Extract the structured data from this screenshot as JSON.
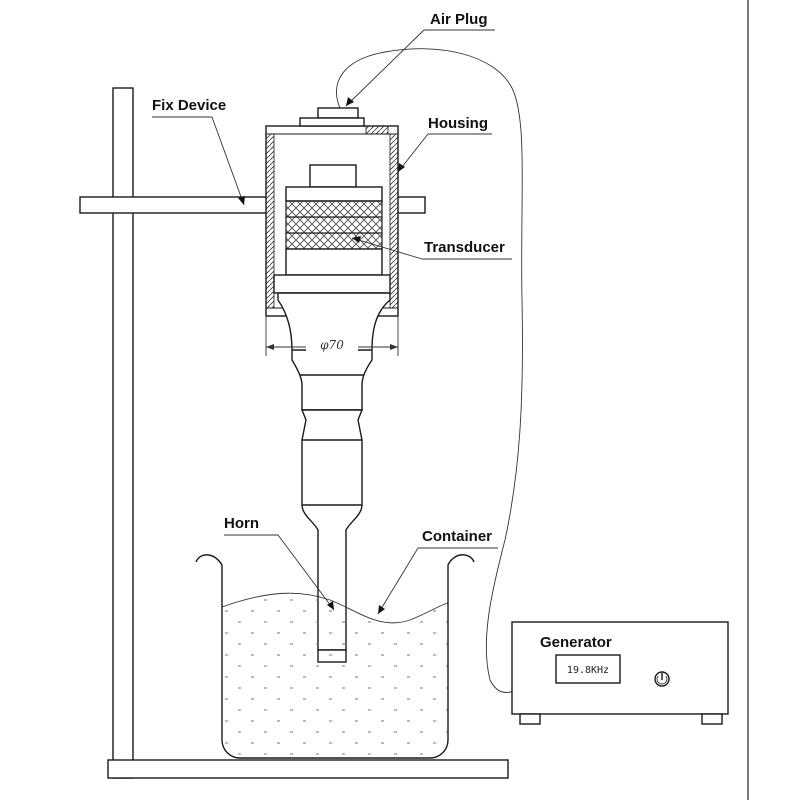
{
  "labels": {
    "air_plug": "Air Plug",
    "fix_device": "Fix Device",
    "housing": "Housing",
    "transducer": "Transducer",
    "horn": "Horn",
    "container": "Container",
    "generator": "Generator"
  },
  "dimension": "φ70",
  "display": {
    "frequency": "19.8KHz"
  },
  "icons": {
    "power": "power-icon"
  }
}
